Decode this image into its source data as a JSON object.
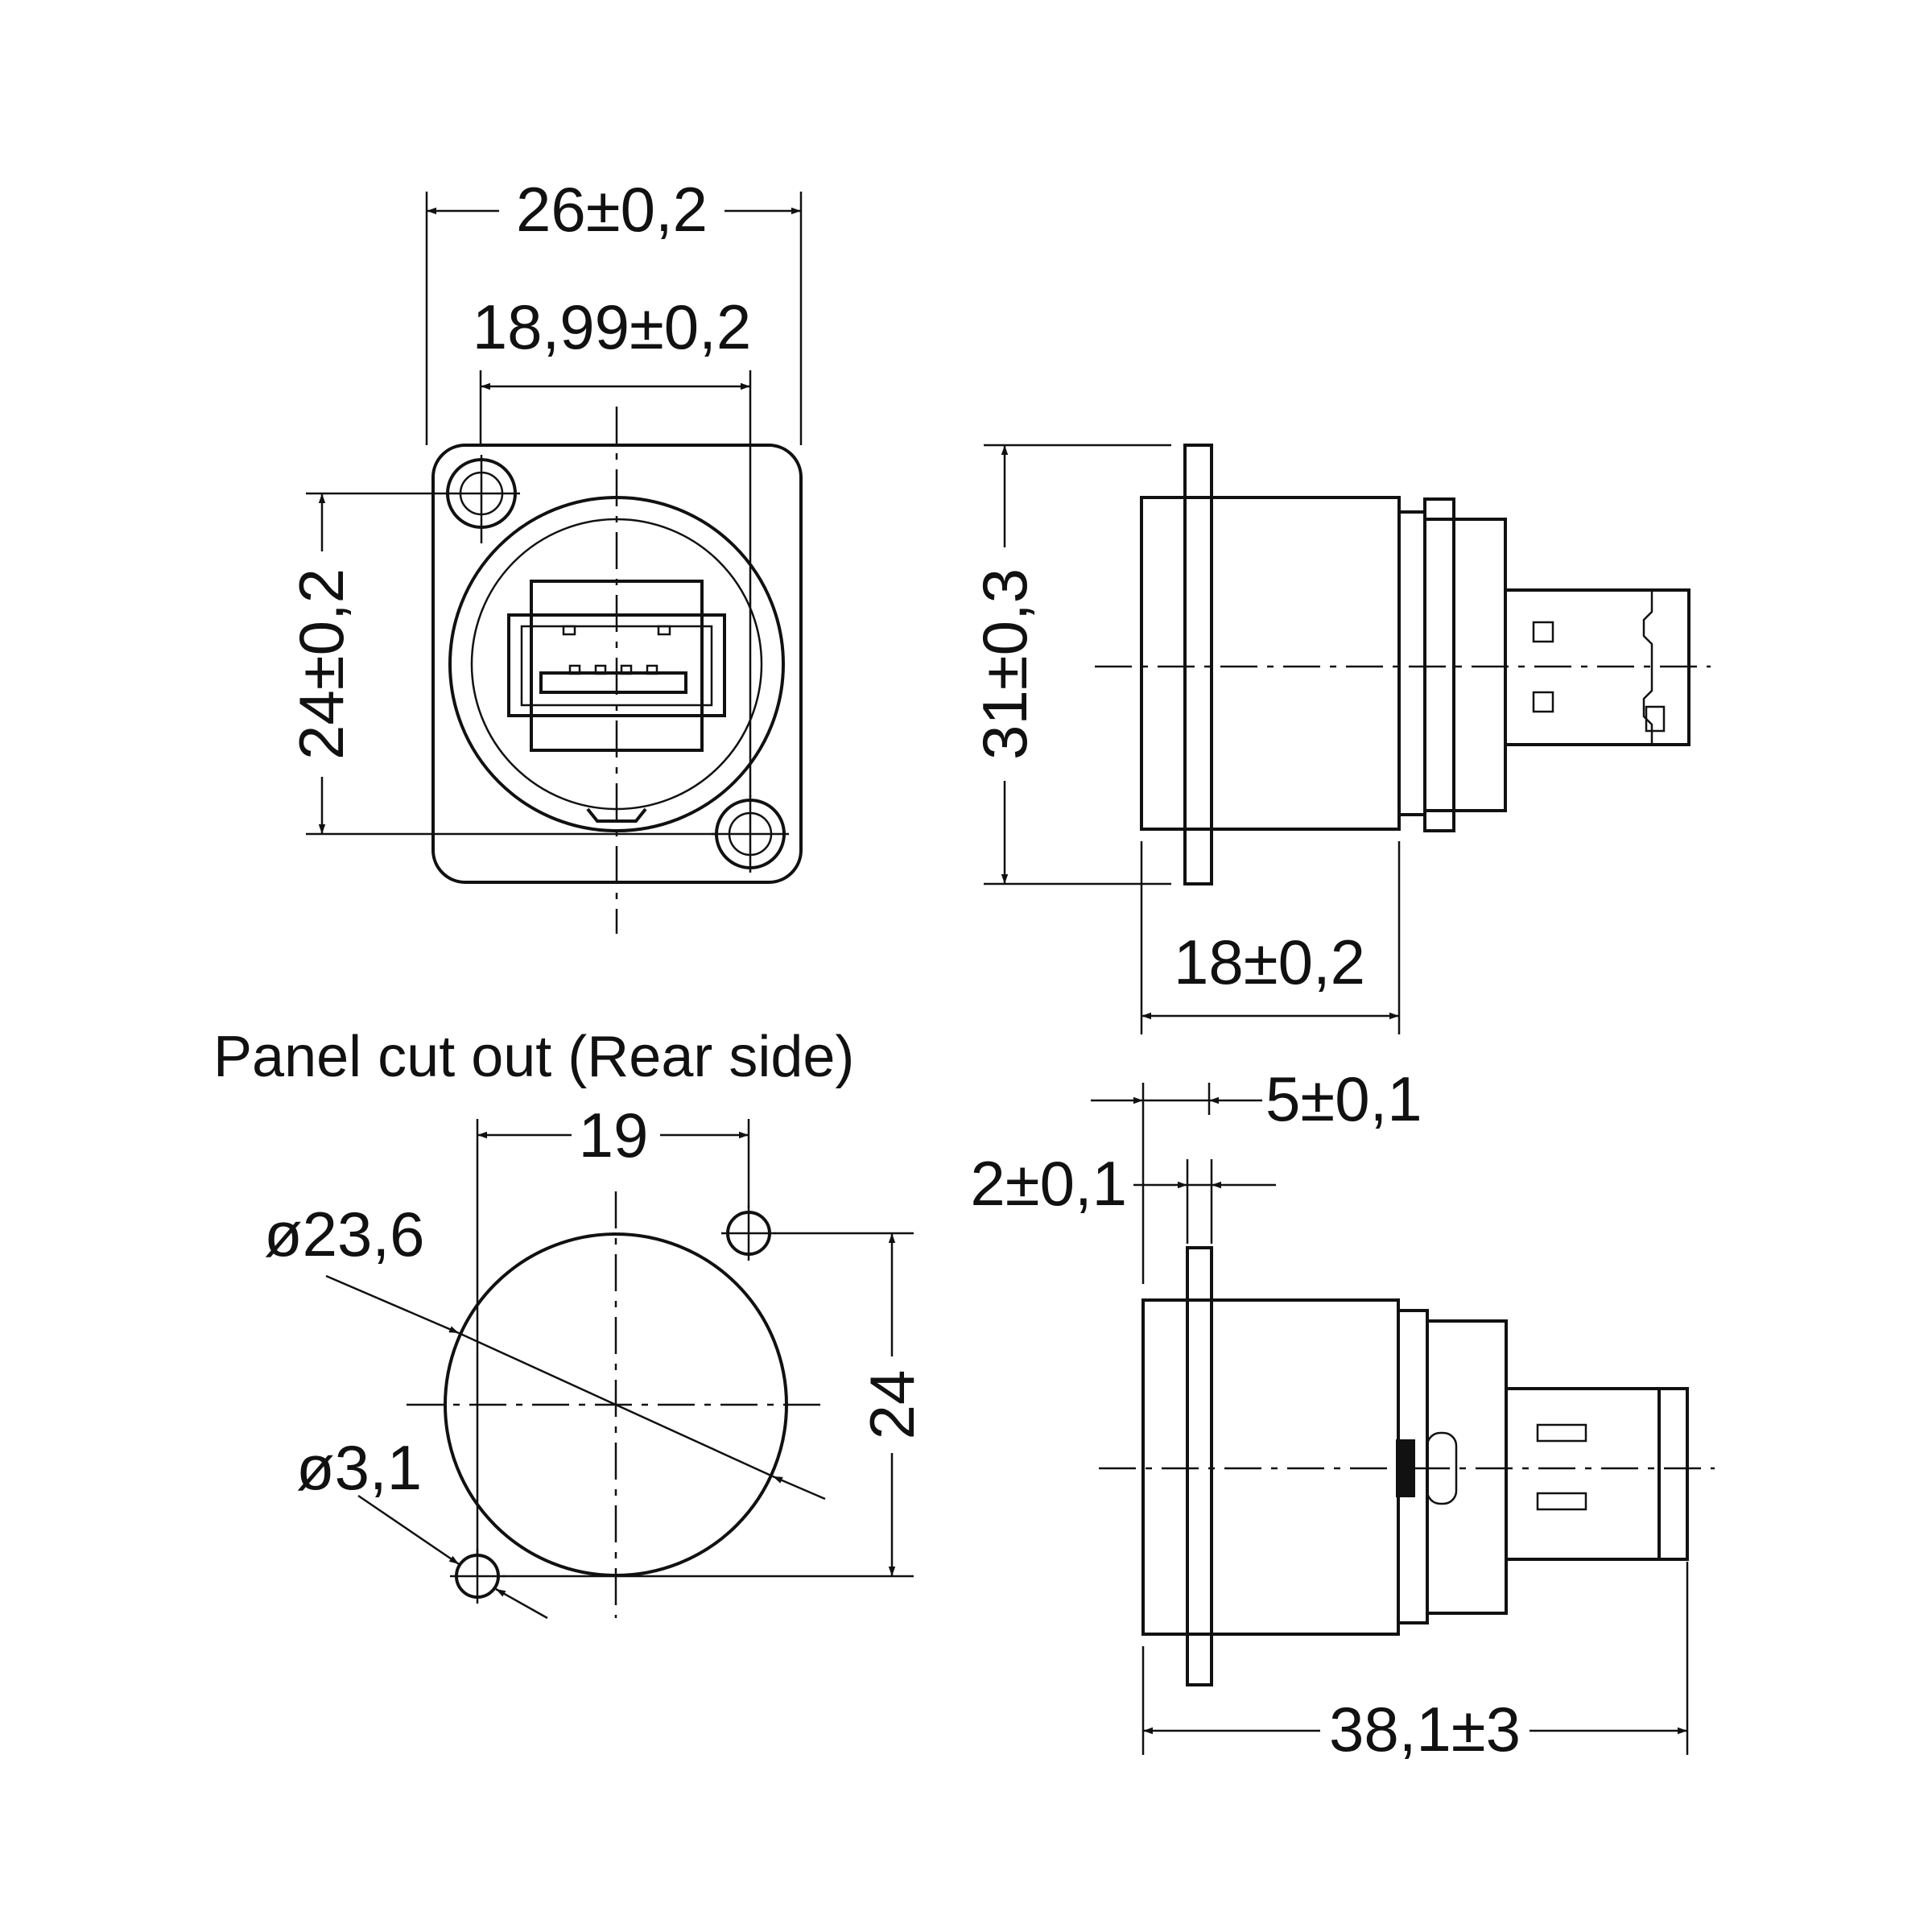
{
  "title": "",
  "labels": {
    "front_width": "26±0,2",
    "front_hole_spacing": "18,99±0,2",
    "front_height": "24±0,2",
    "side_height": "31±0,3",
    "side_depth": "18±0,2",
    "panel_caption": "Panel cut out (Rear side)",
    "cutout_hole_spacing_h": "19",
    "cutout_hole_spacing_v": "24",
    "cutout_main_diameter": "ø23,6",
    "cutout_hole_diameter": "ø3,1",
    "flange_offset": "5±0,1",
    "flange_thickness": "2±0,1",
    "overall_length": "38,1±3"
  },
  "colors": {
    "line": "#111111",
    "background": "#ffffff"
  }
}
